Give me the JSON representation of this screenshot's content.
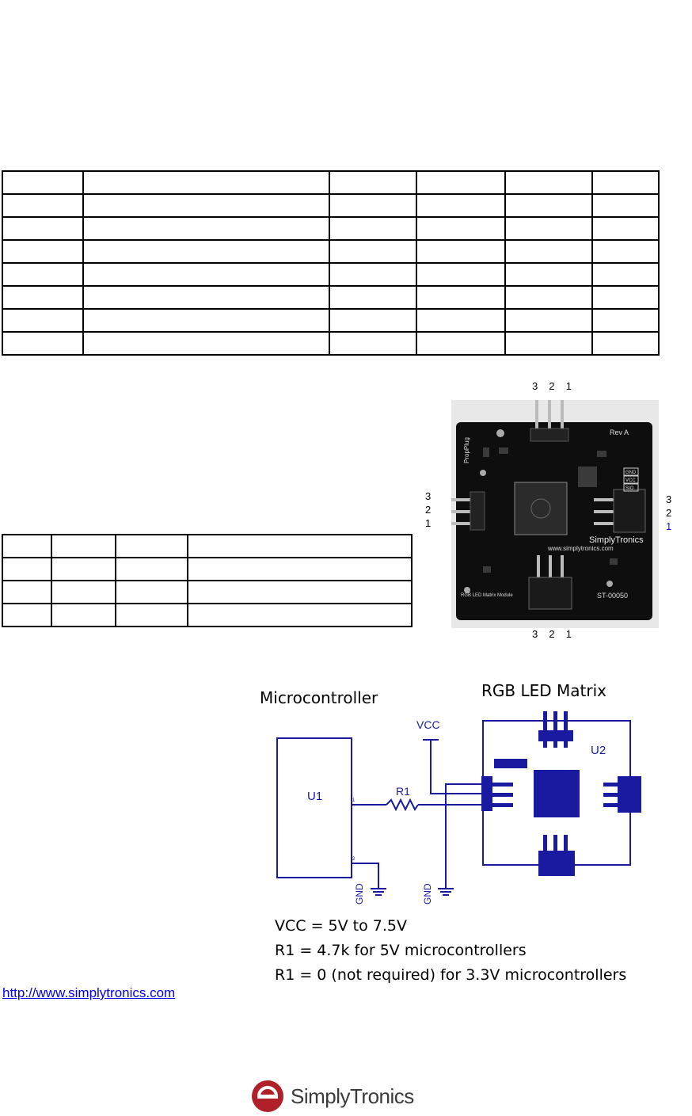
{
  "spec_table": {
    "rows": 8,
    "cols": 6
  },
  "pin_table": {
    "rows": 4,
    "cols": 4
  },
  "board": {
    "title": "SimplyTronics",
    "url": "www.simplytronics.com",
    "rev": "Rev A",
    "module_label": "RGB LED Matrix Module",
    "part_number": "ST-00050",
    "propplug_label": "PropPlug",
    "header_labels": [
      "GND",
      "VCC",
      "SIO"
    ]
  },
  "pin_labels": {
    "top": [
      "3",
      "2",
      "1"
    ],
    "bottom": [
      "3",
      "2",
      "1"
    ],
    "left": [
      "3",
      "2",
      "1"
    ],
    "right": [
      "3",
      "2",
      "1"
    ]
  },
  "schematic": {
    "mcu_title": "Microcontroller",
    "matrix_title": "RGB LED Matrix",
    "u1": "U1",
    "u2": "U2",
    "r1": "R1",
    "vcc": "VCC",
    "gnd": "GND",
    "pin1": "1",
    "pin2": "2"
  },
  "notes": [
    "VCC = 5V to 7.5V",
    "R1 = 4.7k for 5V microcontrollers",
    "R1 = 0 (not required) for 3.3V microcontrollers"
  ],
  "link_text": "http://www.simplytronics.com",
  "logo_text": "SimplyTronics",
  "colors": {
    "schematic": "#1a1aa0",
    "link": "#0000ee"
  }
}
